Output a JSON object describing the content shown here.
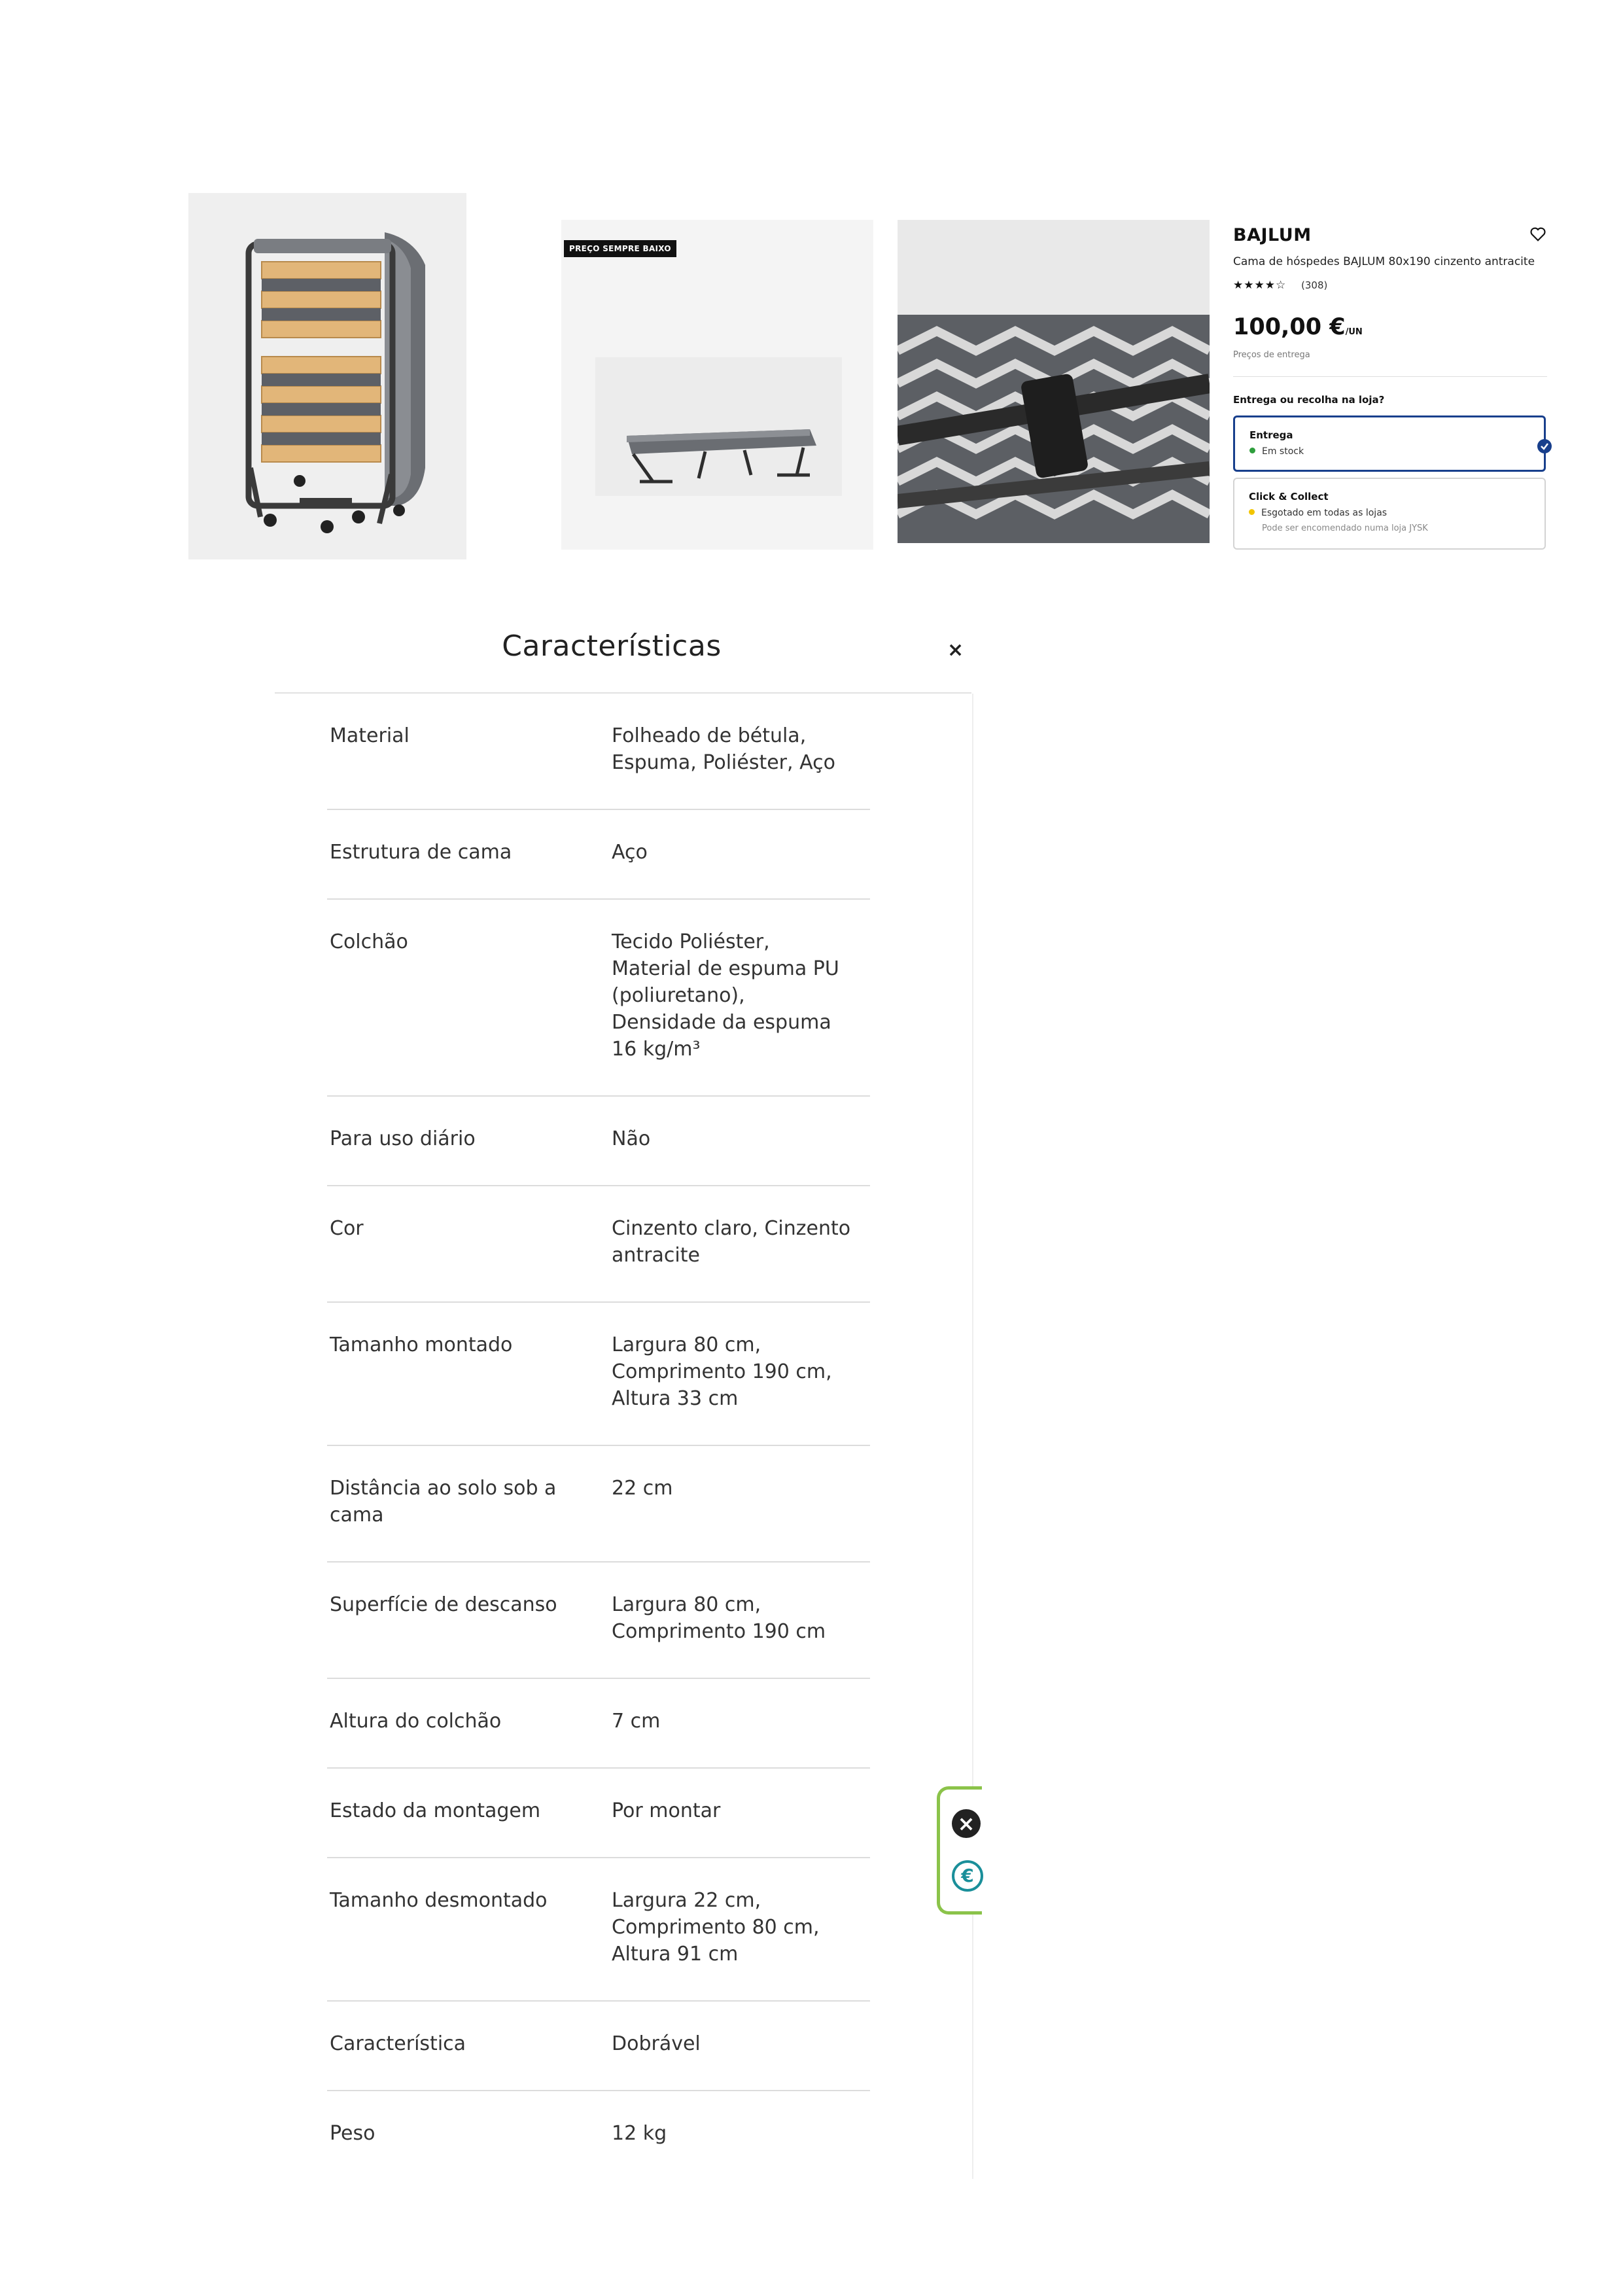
{
  "product": {
    "badge": "PREÇO SEMPRE BAIXO",
    "brand": "BAJLUM",
    "name": "Cama de hóspedes BAJLUM 80x190 cinzento antracite",
    "rating_stars": "★★★★☆",
    "rating": 3.5,
    "reviews": "(308)",
    "price": "100,00 €",
    "price_unit": "/UN",
    "price_note": "Preços de entrega",
    "delivery_question": "Entrega ou recolha na loja?",
    "options": [
      {
        "title": "Entrega",
        "status": "Em stock",
        "status_color": "#2e9e3c",
        "selected": true
      },
      {
        "title": "Click & Collect",
        "status": "Esgotado em todas as lojas",
        "status_color": "#f2c500",
        "note": "Pode ser encomendado numa loja JYSK",
        "selected": false
      }
    ]
  },
  "specs": {
    "title": "Características",
    "close_label": "×",
    "rows": [
      {
        "label": "Material",
        "value": "Folheado de bétula,\nEspuma, Poliéster, Aço"
      },
      {
        "label": "Estrutura de cama",
        "value": "Aço"
      },
      {
        "label": "Colchão",
        "value": "Tecido Poliéster,\nMaterial de espuma PU\n(poliuretano),\nDensidade da espuma\n16 kg/m³"
      },
      {
        "label": "Para uso diário",
        "value": "Não"
      },
      {
        "label": "Cor",
        "value": "Cinzento claro, Cinzento\nantracite"
      },
      {
        "label": "Tamanho montado",
        "value": "Largura 80 cm,\nComprimento 190 cm,\nAltura 33 cm"
      },
      {
        "label": "Distância ao solo sob a\ncama",
        "value": "22 cm"
      },
      {
        "label": "Superfície de descanso",
        "value": "Largura 80 cm,\nComprimento 190 cm"
      },
      {
        "label": "Altura do colchão",
        "value": "7 cm"
      },
      {
        "label": "Estado da montagem",
        "value": "Por montar"
      },
      {
        "label": "Tamanho desmontado",
        "value": "Largura 22 cm,\nComprimento 80 cm,\nAltura 91 cm"
      },
      {
        "label": "Característica",
        "value": "Dobrável"
      },
      {
        "label": "Peso",
        "value": "12 kg"
      }
    ]
  },
  "widget": {
    "icon1": "close-icon",
    "icon2": "euro-icon",
    "icon1_glyph": "×",
    "icon2_glyph": "€"
  },
  "colors": {
    "accent": "#183f8c",
    "widget_border": "#8bc34a"
  }
}
